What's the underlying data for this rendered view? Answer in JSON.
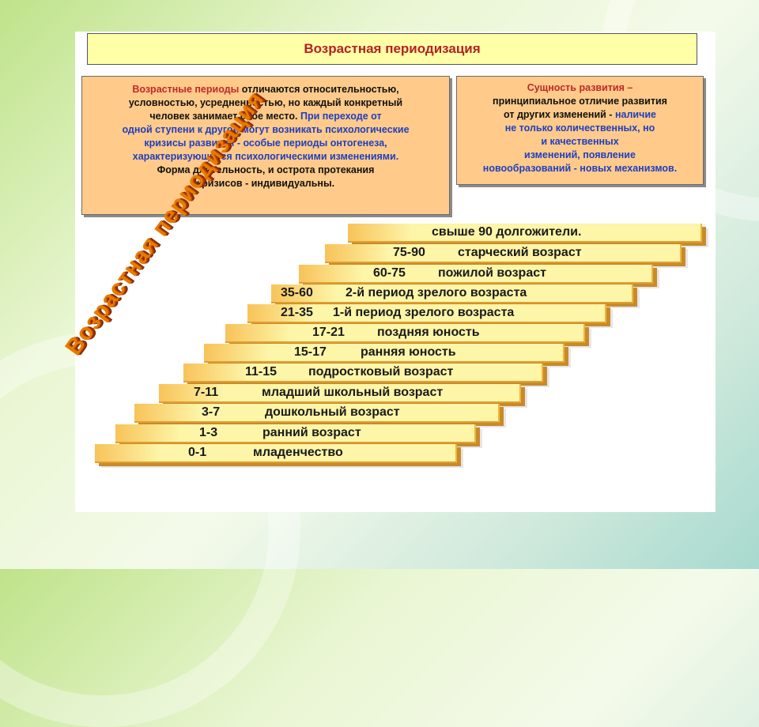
{
  "title": "Возрастная периодизация",
  "left_box": {
    "line1_red": "Возрастные периоды",
    "line1_rest": " отличаются относительностью,",
    "line2": "условностью, усредненностью, но каждый конкретный",
    "line3_dark": "человек занимает свое место. ",
    "line3_blue": "При переходе от",
    "line4": "одной ступени к другой могут возникать психологические",
    "line5": "кризисы развития - особые периоды онтогенеза,",
    "line6": "характеризующиеся психологическими изменениями.",
    "line7": "Форма длительность, и острота протекания",
    "line8": "кризисов - индивидуальны."
  },
  "right_box": {
    "line1_red": "Сущность развития –",
    "line2": "принципиальное отличие развития",
    "line3_dark": "от других изменений - ",
    "line3_blue": "наличие",
    "line4": "не только количественных, но",
    "line5": "и качественных",
    "line6": "изменений, появление",
    "line7": "новообразований - новых механизмов."
  },
  "diagonal_label": "Возрастная периодизация",
  "steps": [
    {
      "age": "",
      "name": "свыше 90 долгожители."
    },
    {
      "age": "75-90",
      "name": "старческий возраст"
    },
    {
      "age": "60-75",
      "name": "пожилой возраст"
    },
    {
      "age": "35-60",
      "name": "2-й период зрелого возраста"
    },
    {
      "age": "21-35",
      "name": "1-й период зрелого возраста"
    },
    {
      "age": "17-21",
      "name": "поздняя юность"
    },
    {
      "age": "15-17",
      "name": "ранняя юность"
    },
    {
      "age": "11-15",
      "name": "подростковый возраст"
    },
    {
      "age": "7-11",
      "name": "младший школьный возраст"
    },
    {
      "age": "3-7",
      "name": "дошкольный возраст"
    },
    {
      "age": "1-3",
      "name": "ранний возраст"
    },
    {
      "age": "0-1",
      "name": "младенчество"
    }
  ]
}
